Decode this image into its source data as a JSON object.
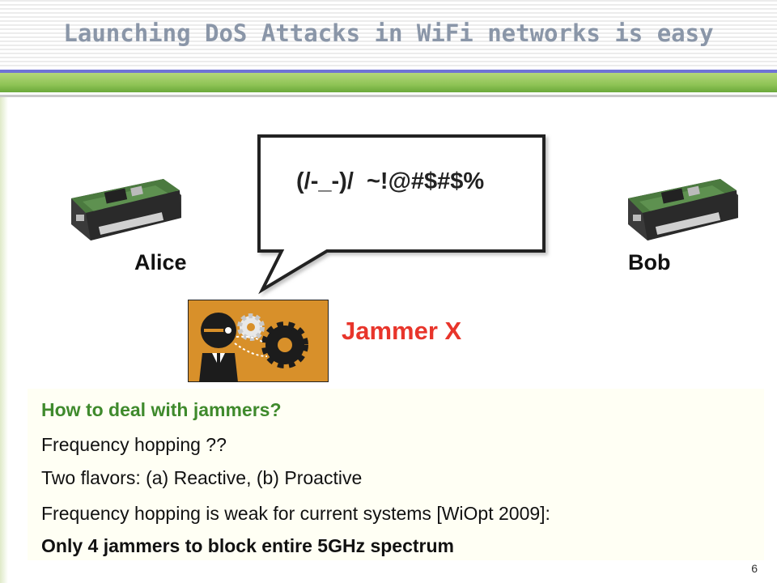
{
  "slide": {
    "title": "Launching DoS Attacks in WiFi networks is easy",
    "page_number": "6"
  },
  "diagram": {
    "alice_label": "Alice",
    "bob_label": "Bob",
    "bubble_text": "(/-_-)/  ~!@#$#$%",
    "jammer_label": "Jammer X"
  },
  "body": {
    "lines": [
      "How to deal with jammers?",
      "Frequency hopping ??",
      "Two flavors: (a) Reactive, (b) Proactive",
      "Frequency hopping is weak for current systems [WiOpt 2009]:",
      "Only 4 jammers to block entire 5GHz spectrum"
    ]
  },
  "colors": {
    "title": "#8a96a8",
    "rule_blue": "#6f73d6",
    "rule_green": "#8fc456",
    "heading_green": "#3f8a2c",
    "jammer_red": "#e8352b",
    "jammer_bg": "#d8902a"
  }
}
